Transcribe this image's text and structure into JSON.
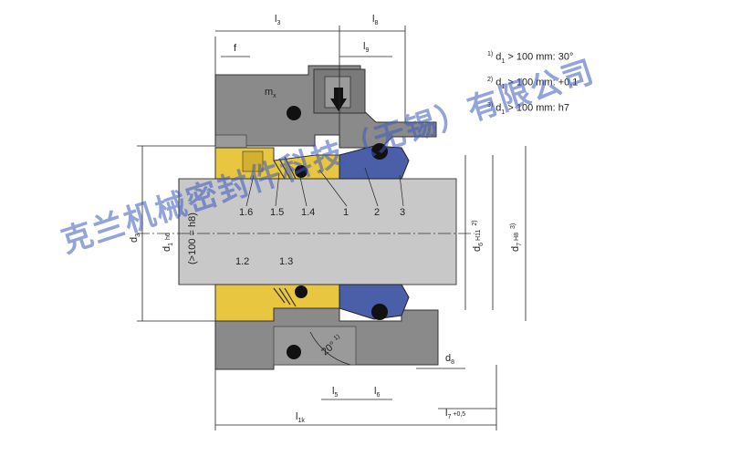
{
  "notes": [
    {
      "sup": "1)",
      "sym": "d",
      "sub": "1",
      "text": " > 100 mm: 30°"
    },
    {
      "sup": "2)",
      "sym": "d",
      "sub": "1",
      "text": " > 100 mm: +0.1"
    },
    {
      "sup": "3)",
      "sym": "d",
      "sub": "1",
      "text": " > 100 mm: h7"
    }
  ],
  "dims": {
    "l3": "l",
    "l3_sub": "3",
    "l8": "l",
    "l8_sub": "8",
    "l9": "l",
    "l9_sub": "9",
    "f": "f",
    "mx": "m",
    "mx_sub": "x",
    "d3": "d",
    "d3_sub": "3",
    "d1": "d",
    "d1_sub": "1",
    "d1_tol": "h6",
    "d1_alt": "(>100 = h8)",
    "d6": "d",
    "d6_sub": "6",
    "d6_tol": "H11",
    "d6_note": "2)",
    "d7": "d",
    "d7_sub": "7",
    "d7_tol": "H8",
    "d7_note": "3)",
    "d8": "d",
    "d8_sub": "8",
    "l5": "l",
    "l5_sub": "5",
    "l6": "l",
    "l6_sub": "6",
    "l1k": "l",
    "l1k_sub": "1k",
    "l7": "l",
    "l7_sub": "7",
    "l7_tol": "+0,5",
    "angle": "20°",
    "angle_note": "1)"
  },
  "parts": [
    "1.6",
    "1.5",
    "1.4",
    "1",
    "2",
    "3",
    "1.2",
    "1.3"
  ],
  "watermark": "克兰机械密封件科技（无锡）有限公司",
  "colors": {
    "housing": "#8a8a8a",
    "shaft": "#c8c8c8",
    "yellow": "#e8c640",
    "blue": "#4a5fa8",
    "oring": "#111111"
  }
}
